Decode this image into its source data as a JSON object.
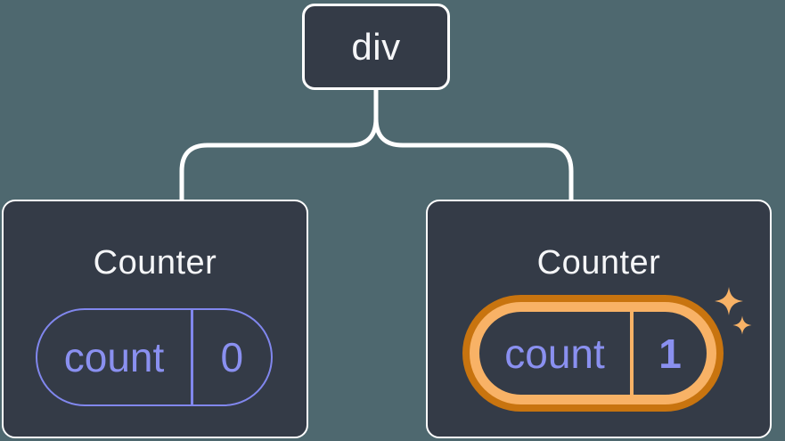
{
  "diagram": {
    "root_node": {
      "label": "div"
    },
    "cards": [
      {
        "title": "Counter",
        "state_key": "count",
        "state_value": "0",
        "highlighted": false
      },
      {
        "title": "Counter",
        "state_key": "count",
        "state_value": "1",
        "highlighted": true
      }
    ]
  },
  "icons": {
    "sparkles": "four-point-sparkle ✦✦ (highlight marker on right pill)"
  },
  "colors": {
    "canvas_bg": "#4e686f",
    "node_bg": "#343b47",
    "node_border": "#ffffff",
    "node_text": "#f5f6f8",
    "state_accent_purple": "#8187ee",
    "state_text_purple": "#8a90f0",
    "highlight_ring_outer": "#c8740f",
    "highlight_ring_inner": "#f8b266",
    "connector": "#ffffff"
  }
}
